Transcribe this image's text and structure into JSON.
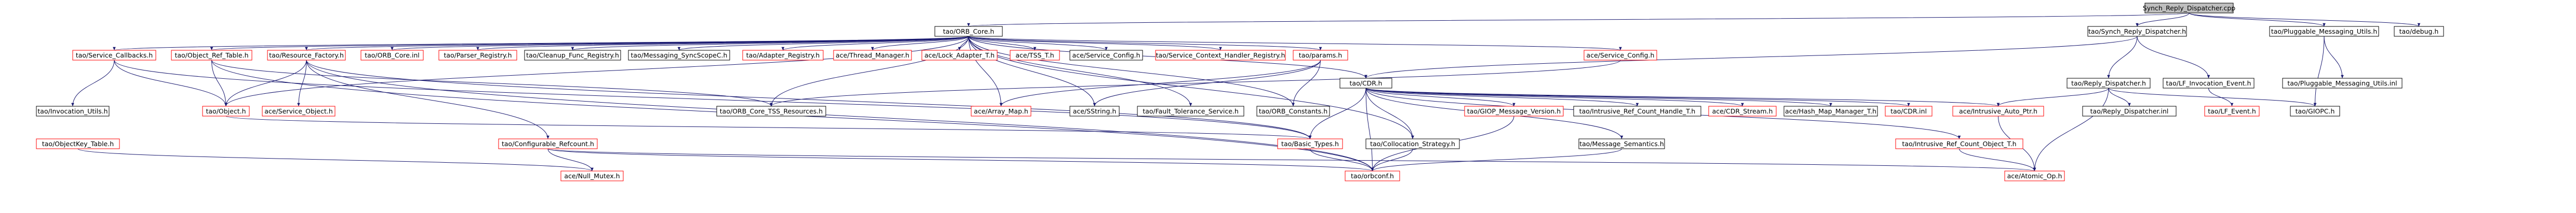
{
  "diagram": {
    "root": "Synch_Reply_Dispatcher.cpp",
    "nodes": [
      {
        "id": "root",
        "label": "Synch_Reply_Dispatcher.cpp",
        "kind": "root"
      },
      {
        "id": "orb_core_h",
        "label": "tao/ORB_Core.h",
        "kind": "normal"
      },
      {
        "id": "synch_reply_dispatcher_h",
        "label": "tao/Synch_Reply_Dispatcher.h",
        "kind": "normal"
      },
      {
        "id": "pluggable_messaging_utils_h",
        "label": "tao/Pluggable_Messaging_Utils.h",
        "kind": "normal"
      },
      {
        "id": "debug_h",
        "label": "tao/debug.h",
        "kind": "normal"
      },
      {
        "id": "service_callbacks_h",
        "label": "tao/Service_Callbacks.h",
        "kind": "red"
      },
      {
        "id": "object_ref_table_h",
        "label": "tao/Object_Ref_Table.h",
        "kind": "red"
      },
      {
        "id": "resource_factory_h",
        "label": "tao/Resource_Factory.h",
        "kind": "red"
      },
      {
        "id": "orb_core_i",
        "label": "tao/ORB_Core.inl",
        "kind": "red"
      },
      {
        "id": "parser_registry_h",
        "label": "tao/Parser_Registry.h",
        "kind": "red"
      },
      {
        "id": "cleanup_func_registry_h",
        "label": "tao/Cleanup_Func_Registry.h",
        "kind": "normal"
      },
      {
        "id": "messaging_syncscope_h",
        "label": "tao/Messaging_SyncScopeC.h",
        "kind": "normal"
      },
      {
        "id": "adapter_registry_h",
        "label": "tao/Adapter_Registry.h",
        "kind": "red"
      },
      {
        "id": "thread_manager_h",
        "label": "ace/Thread_Manager.h",
        "kind": "red"
      },
      {
        "id": "lock_adapter_t_h",
        "label": "ace/Lock_Adapter_T.h",
        "kind": "red"
      },
      {
        "id": "tss_t_h",
        "label": "ace/TSS_T.h",
        "kind": "red"
      },
      {
        "id": "service_config_h_ace1",
        "label": "ace/Service_Config.h",
        "kind": "normal"
      },
      {
        "id": "service_context_handler_registry_h",
        "label": "tao/Service_Context_Handler_Registry.h",
        "kind": "red"
      },
      {
        "id": "params_h",
        "label": "tao/params.h",
        "kind": "red"
      },
      {
        "id": "service_config_h_ace2",
        "label": "ace/Service_Config.h",
        "kind": "red"
      },
      {
        "id": "cdr_h",
        "label": "tao/CDR.h",
        "kind": "normal"
      },
      {
        "id": "reply_dispatcher_h",
        "label": "tao/Reply_Dispatcher.h",
        "kind": "normal"
      },
      {
        "id": "lf_invocation_event_h",
        "label": "tao/LF_Invocation_Event.h",
        "kind": "normal"
      },
      {
        "id": "pluggable_messaging_utils_i",
        "label": "tao/Pluggable_Messaging_Utils.inl",
        "kind": "normal"
      },
      {
        "id": "invocation_utils_h",
        "label": "tao/Invocation_Utils.h",
        "kind": "normal"
      },
      {
        "id": "object_h",
        "label": "tao/Object.h",
        "kind": "red"
      },
      {
        "id": "orb_core_tss_resources_h",
        "label": "tao/ORB_Core_TSS_Resources.h",
        "kind": "normal"
      },
      {
        "id": "array_map_h",
        "label": "ace/Array_Map.h",
        "kind": "red"
      },
      {
        "id": "sstring_h",
        "label": "ace/SString.h",
        "kind": "normal"
      },
      {
        "id": "fault_tolerance_service_h",
        "label": "tao/Fault_Tolerance_Service.h",
        "kind": "normal"
      },
      {
        "id": "orb_constants_h",
        "label": "tao/ORB_Constants.h",
        "kind": "normal"
      },
      {
        "id": "giop_message_version_h",
        "label": "tao/GIOP_Message_Version.h",
        "kind": "red"
      },
      {
        "id": "intrusive_ref_count_handle_t_h",
        "label": "tao/Intrusive_Ref_Count_Handle_T.h",
        "kind": "normal"
      },
      {
        "id": "cdr_stream_h",
        "label": "ace/CDR_Stream.h",
        "kind": "red"
      },
      {
        "id": "hash_map_manager_t_h",
        "label": "ace/Hash_Map_Manager_T.h",
        "kind": "normal"
      },
      {
        "id": "cdr_i",
        "label": "tao/CDR.inl",
        "kind": "red"
      },
      {
        "id": "intrusive_auto_ptr_h",
        "label": "ace/Intrusive_Auto_Ptr.h",
        "kind": "red"
      },
      {
        "id": "reply_dispatcher_i",
        "label": "tao/Reply_Dispatcher.inl",
        "kind": "normal"
      },
      {
        "id": "lf_event_h",
        "label": "tao/LF_Event.h",
        "kind": "red"
      },
      {
        "id": "giopc_h",
        "label": "tao/GIOPC.h",
        "kind": "normal"
      },
      {
        "id": "service_object_h",
        "label": "ace/Service_Object.h",
        "kind": "red"
      },
      {
        "id": "objectkey_table_h",
        "label": "tao/ObjectKey_Table.h",
        "kind": "red"
      },
      {
        "id": "configurable_refcount_h",
        "label": "tao/Configurable_Refcount.h",
        "kind": "red"
      },
      {
        "id": "basic_types_h",
        "label": "tao/Basic_Types.h",
        "kind": "red"
      },
      {
        "id": "collocation_strategy_h",
        "label": "tao/Collocation_Strategy.h",
        "kind": "normal"
      },
      {
        "id": "message_semantics_h",
        "label": "tao/Message_Semantics.h",
        "kind": "normal"
      },
      {
        "id": "intrusive_ref_count_object_t_h",
        "label": "tao/Intrusive_Ref_Count_Object_T.h",
        "kind": "red"
      },
      {
        "id": "null_mutex_h",
        "label": "ace/Null_Mutex.h",
        "kind": "red"
      },
      {
        "id": "orbconf_h",
        "label": "tao/orbconf.h",
        "kind": "red"
      },
      {
        "id": "atomic_op_h",
        "label": "ace/Atomic_Op.h",
        "kind": "red"
      }
    ],
    "edges": [
      [
        "root",
        "orb_core_h"
      ],
      [
        "root",
        "synch_reply_dispatcher_h"
      ],
      [
        "root",
        "pluggable_messaging_utils_h"
      ],
      [
        "root",
        "debug_h"
      ],
      [
        "orb_core_h",
        "service_callbacks_h"
      ],
      [
        "orb_core_h",
        "object_ref_table_h"
      ],
      [
        "orb_core_h",
        "resource_factory_h"
      ],
      [
        "orb_core_h",
        "orb_core_i"
      ],
      [
        "orb_core_h",
        "parser_registry_h"
      ],
      [
        "orb_core_h",
        "cleanup_func_registry_h"
      ],
      [
        "orb_core_h",
        "messaging_syncscope_h"
      ],
      [
        "orb_core_h",
        "adapter_registry_h"
      ],
      [
        "orb_core_h",
        "thread_manager_h"
      ],
      [
        "orb_core_h",
        "lock_adapter_t_h"
      ],
      [
        "orb_core_h",
        "tss_t_h"
      ],
      [
        "orb_core_h",
        "service_config_h_ace1"
      ],
      [
        "orb_core_h",
        "service_context_handler_registry_h"
      ],
      [
        "orb_core_h",
        "params_h"
      ],
      [
        "orb_core_h",
        "service_config_h_ace2"
      ],
      [
        "orb_core_h",
        "cdr_h"
      ],
      [
        "orb_core_h",
        "orb_core_tss_resources_h"
      ],
      [
        "orb_core_h",
        "array_map_h"
      ],
      [
        "orb_core_h",
        "sstring_h"
      ],
      [
        "orb_core_h",
        "fault_tolerance_service_h"
      ],
      [
        "orb_core_h",
        "orb_constants_h"
      ],
      [
        "orb_core_h",
        "collocation_strategy_h"
      ],
      [
        "orb_core_h",
        "object_h"
      ],
      [
        "synch_reply_dispatcher_h",
        "cdr_h"
      ],
      [
        "synch_reply_dispatcher_h",
        "reply_dispatcher_h"
      ],
      [
        "synch_reply_dispatcher_h",
        "lf_invocation_event_h"
      ],
      [
        "pluggable_messaging_utils_h",
        "pluggable_messaging_utils_i"
      ],
      [
        "pluggable_messaging_utils_h",
        "giopc_h"
      ],
      [
        "service_callbacks_h",
        "invocation_utils_h"
      ],
      [
        "service_callbacks_h",
        "object_h"
      ],
      [
        "service_callbacks_h",
        "basic_types_h"
      ],
      [
        "object_ref_table_h",
        "object_h"
      ],
      [
        "object_ref_table_h",
        "orbconf_h"
      ],
      [
        "object_ref_table_h",
        "orb_core_tss_resources_h"
      ],
      [
        "resource_factory_h",
        "service_object_h"
      ],
      [
        "resource_factory_h",
        "object_h"
      ],
      [
        "resource_factory_h",
        "basic_types_h"
      ],
      [
        "resource_factory_h",
        "configurable_refcount_h"
      ],
      [
        "resource_factory_h",
        "orbconf_h"
      ],
      [
        "params_h",
        "array_map_h"
      ],
      [
        "params_h",
        "sstring_h"
      ],
      [
        "params_h",
        "orb_constants_h"
      ],
      [
        "service_config_h_ace2",
        "orb_core_tss_resources_h"
      ],
      [
        "cdr_h",
        "giop_message_version_h"
      ],
      [
        "cdr_h",
        "intrusive_ref_count_handle_t_h"
      ],
      [
        "cdr_h",
        "cdr_stream_h"
      ],
      [
        "cdr_h",
        "hash_map_manager_t_h"
      ],
      [
        "cdr_h",
        "cdr_i"
      ],
      [
        "cdr_h",
        "message_semantics_h"
      ],
      [
        "cdr_h",
        "intrusive_ref_count_object_t_h"
      ],
      [
        "cdr_h",
        "basic_types_h"
      ],
      [
        "cdr_h",
        "orbconf_h"
      ],
      [
        "cdr_h",
        "intrusive_auto_ptr_h"
      ],
      [
        "cdr_h",
        "collocation_strategy_h"
      ],
      [
        "reply_dispatcher_h",
        "intrusive_auto_ptr_h"
      ],
      [
        "reply_dispatcher_h",
        "reply_dispatcher_i"
      ],
      [
        "reply_dispatcher_h",
        "giopc_h"
      ],
      [
        "reply_dispatcher_h",
        "atomic_op_h"
      ],
      [
        "lf_invocation_event_h",
        "lf_event_h"
      ],
      [
        "object_h",
        "basic_types_h"
      ],
      [
        "objectkey_table_h",
        "null_mutex_h"
      ],
      [
        "configurable_refcount_h",
        "null_mutex_h"
      ],
      [
        "configurable_refcount_h",
        "orbconf_h"
      ],
      [
        "configurable_refcount_h",
        "atomic_op_h"
      ],
      [
        "giop_message_version_h",
        "orbconf_h"
      ],
      [
        "intrusive_ref_count_object_t_h",
        "atomic_op_h"
      ],
      [
        "message_semantics_h",
        "orbconf_h"
      ],
      [
        "basic_types_h",
        "orbconf_h"
      ],
      [
        "collocation_strategy_h",
        "orbconf_h"
      ],
      [
        "intrusive_auto_ptr_h",
        "atomic_op_h"
      ]
    ]
  },
  "colors": {
    "root_fill": "#bfbfbf",
    "node_fill": "#ffffff",
    "normal_border": "#000000",
    "red_border": "#ff0000",
    "edge": "#191970",
    "text": "#000000"
  }
}
